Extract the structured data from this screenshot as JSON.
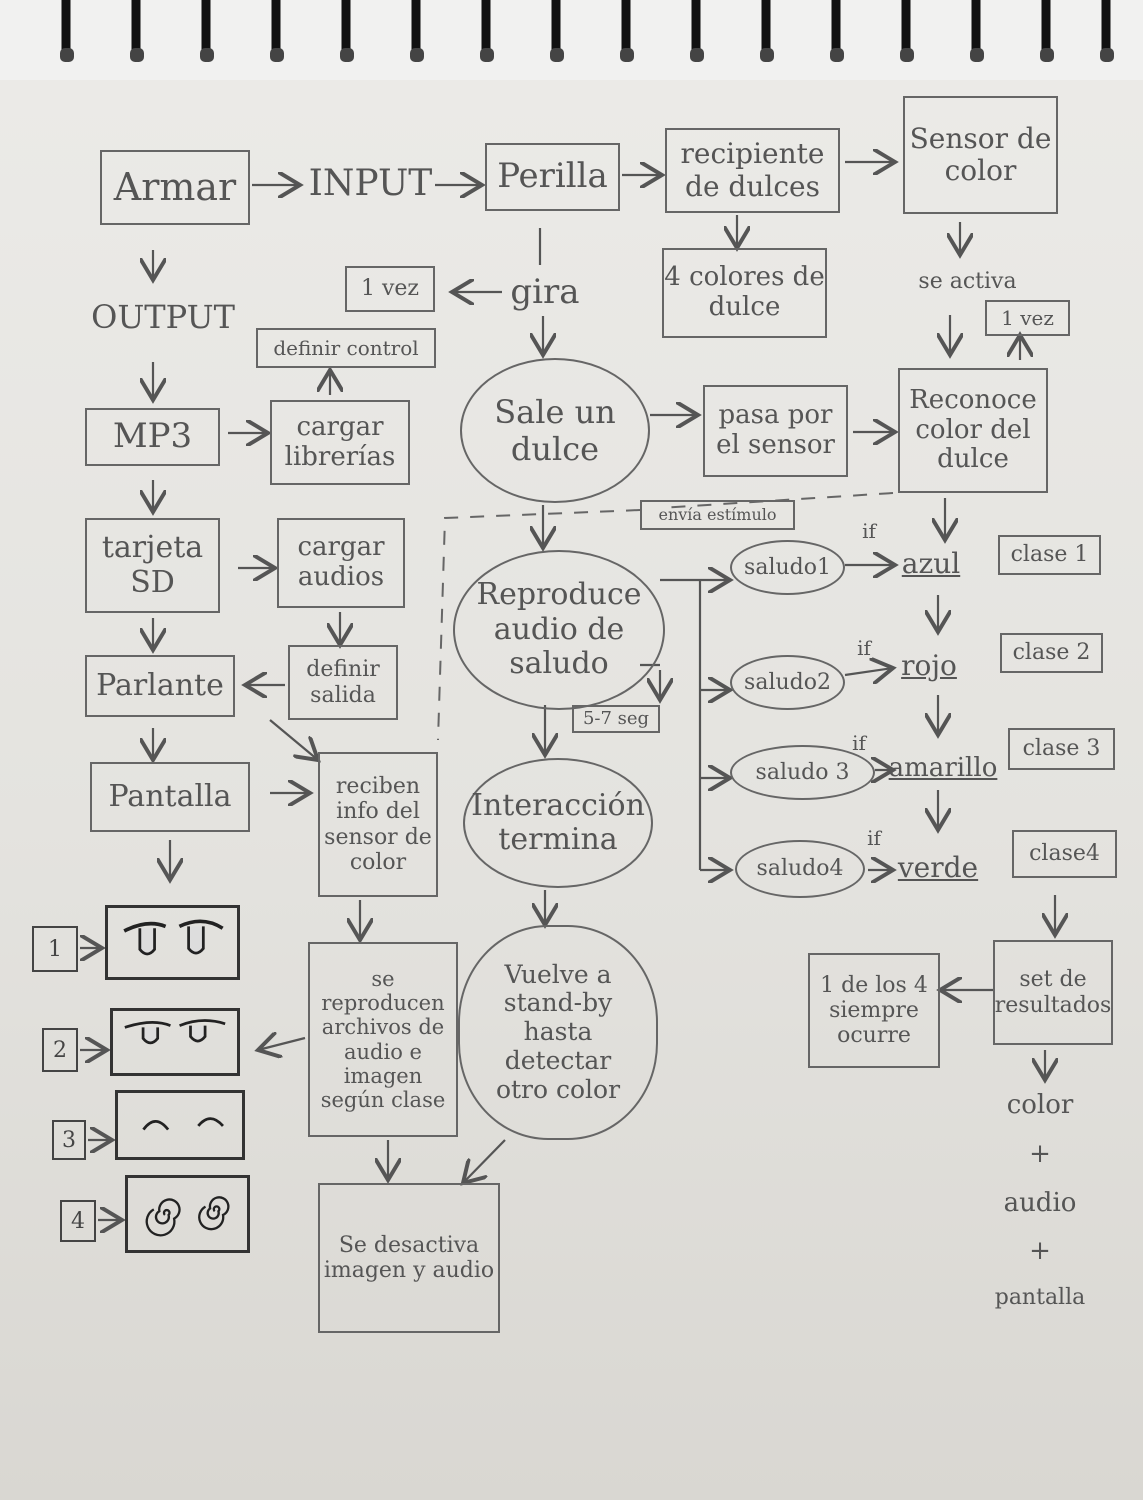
{
  "nodes": {
    "armar": "Armar",
    "input": "INPUT",
    "perilla": "Perilla",
    "recipiente": "recipiente de dulces",
    "sensor": "Sensor de color",
    "output": "OUTPUT",
    "vez1": "1 vez",
    "gira": "gira",
    "colores": "4 colores de dulce",
    "se_activa": "se activa",
    "vez2": "1 vez",
    "definir_control": "definir control",
    "mp3": "MP3",
    "cargar_librerias": "cargar librerías",
    "sale_dulce": "Sale un dulce",
    "pasa_sensor": "pasa por el sensor",
    "reconoce": "Reconoce color del dulce",
    "envia": "envía estímulo",
    "tarjeta": "tarjeta SD",
    "cargar_audios": "cargar audios",
    "reproduce": "Reproduce audio de saludo",
    "saludo1": "saludo1",
    "saludo2": "saludo2",
    "saludo3": "saludo 3",
    "saludo4": "saludo4",
    "if1": "if",
    "if2": "if",
    "if3": "if",
    "if4": "if",
    "azul": "azul",
    "rojo": "rojo",
    "amarillo": "amarillo",
    "verde": "verde",
    "clase1": "clase 1",
    "clase2": "clase 2",
    "clase3": "clase 3",
    "clase4": "clase4",
    "parlante": "Parlante",
    "definir_salida": "definir salida",
    "seg": "5-7 seg",
    "pantalla": "Pantalla",
    "reciben": "reciben info del sensor de color",
    "interaccion": "Interacción termina",
    "reproducen": "se reproducen archivos de audio e imagen según clase",
    "vuelve": "Vuelve a stand-by hasta detectar otro color",
    "set_resultados": "set de resultados",
    "uno_de_los_4": "1 de los 4 siempre ocurre",
    "resultado": [
      "color",
      "+",
      "audio",
      "+",
      "pantalla"
    ],
    "desactiva": "Se desactiva imagen y audio",
    "faces": [
      "1",
      "2",
      "3",
      "4"
    ]
  }
}
